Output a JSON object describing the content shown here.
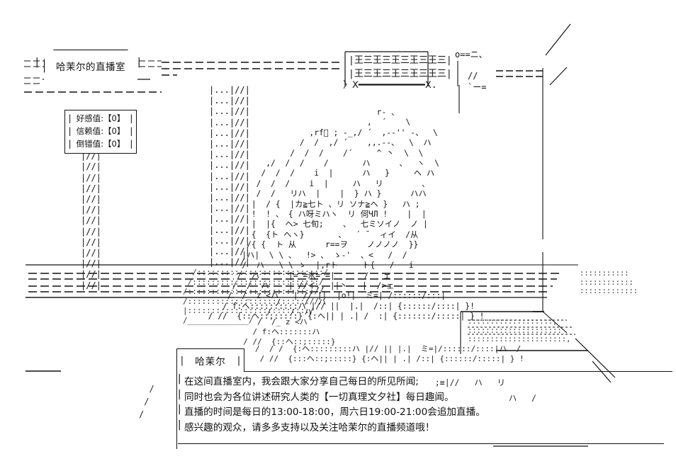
{
  "meta": {
    "scene": "ascii-art-visual-novel",
    "background_color": "#ffffff",
    "text_color": "#111111"
  },
  "title_box": {
    "label": "哈茉尔的直播室"
  },
  "stats_box": {
    "rows": [
      {
        "label": "好感值:",
        "value": "【0】",
        "left_pipe": "|",
        "right_pipe": "|"
      },
      {
        "label": "信赖值:",
        "value": "【0】",
        "left_pipe": "|",
        "right_pipe": "|"
      },
      {
        "label": "倒错值:",
        "value": "【0】",
        "left_pipe": "|",
        "right_pipe": "|"
      }
    ]
  },
  "name_tag": {
    "name": "哈茉尔",
    "left_pipe": "|",
    "right_pipe": "|"
  },
  "dialogue": {
    "bar": "|",
    "lines": [
      "在这间直播室内，我会跟大家分享自己每日的所见所闻;",
      "同时也会为各位讲述研究人类的【一切真理文夕社】每日趣闻。",
      "直播的时间是每日的13:00-18:00，周六日19:00-21:00会追加直播。",
      "感兴趣的观众，请多多支持以及关注哈茉尔的直播频道哦！"
    ]
  },
  "ascii_art": {
    "main": "                                                                                                                                        /\n                                                                                                                                      /\n                                                               ,-------------------------,    o==ニ、                             /\n  ___ ________                        ======================   |王三王三王三王三王三|        `、                          /\n ===|          |=====================  ====================== |王三王三王三王三王三|      |   //========,             /\n  ___         ___                      ==================== 〉Ⅹ━━━━━━━━━━━Ⅹ.  |      `ー=       |\n ======================|//|=========================================================         |                     |\n                       |//|                                                                  |                     |\n      ,--------------, |//|                                                r- 、              |                     |\n      | 好感值:【0】 | |//|                          ,rf゙ ; -_,/ ´,-‐'' ‐ヽ    \\            |                     |\n      | 信赖值:【0】 | |//|                        /  /  /   ,/   ,,.--、  \\ 人        |                     |\n      | 倒错值:【0】 | |//|                      /  /  /   /´      |   \\ 人 \\     |                     |\n      '--------------' |//|                  ,/  /  /    /      ハ   }   ヘ ハ       |                     |\n                       |//|                /   /  /    i  |    ハ   リ     、        |                     |\n                       |//|               /   /   リハ  |   |  } ハ }   ハハ       |                     |\n                       |//|              |  / {  |カ≧七ト 、リ ソナ≧ヘ }   ハ ;     |                     |\n                       |//|              !  ! 、 { ハ呀ミハヽ  リ 伺ЧЛ !    |  |     |                     |\n                       |//|              |  |{  ヘ> 七旬;    、 七ミソイノ  ノ |     |                     |\n                       |//|              {  {ト ヘヽ}      、   ´ ̄  ィイ  /从    |                     |\n                       |//|             /{ {  ト 从      r==ヲ   ノノノノ  }}   |                     |\n ══════════════|//|════════ |ハ|  \\ \\ 、  !> 、 ゝ-'  、<   /  /    |\n ━━━━━━━━━━━━━|//|━━━━━━━/:::::/  ハ   \\ \\ ゝ  |,rト    ト{   /   i  |\n  ═══════════   |//|  /::::::::::::::::/   ハ   |= =氷= =|   /   ェ  |\n   ══════════    |//| /:::::::::::::::::/  /  ハ  | //イ,, ||丶  |  />ェ  |\n     ═════════     |//|/:::::::::::::/  /_ z <ハ  | // || |o!| ミ=| /::::::/:::|\n   ,---------------,   |/:::::::::::/   / f:ヘ::::::::::ハ |// || |.| /::| {::::::/::::| }!\n   |  哈茉尔       |   /:::::::::/  / //  {::ヘ::;:::::} {:ヘ|| | .| / :| {:::::::/:::::| } !\n   '---------------'  /:::::::/\n",
    "art_glyph_note": "dense kana/kanji ASCII portrait of a girl with long hair in a room"
  }
}
